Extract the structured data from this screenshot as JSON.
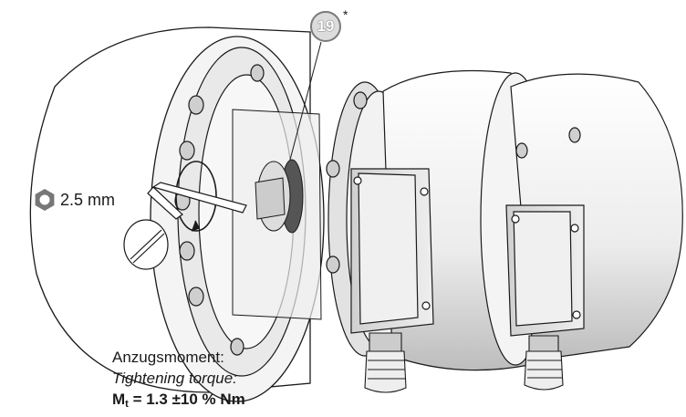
{
  "callout": {
    "number": "19",
    "marker": "*"
  },
  "tool": {
    "icon": "hex-key-icon",
    "size_label": "2.5 mm"
  },
  "torque": {
    "label_de": "Anzugsmoment:",
    "label_en": "Tightening torque:",
    "symbol": "M",
    "subscript": "t",
    "value": " = 1.3 ±10 % Nm"
  },
  "colors": {
    "outline": "#1a1a1a",
    "shade": "#d9d9d9",
    "light": "#f2f2f2",
    "callout_fill": "#dcdcdc"
  }
}
